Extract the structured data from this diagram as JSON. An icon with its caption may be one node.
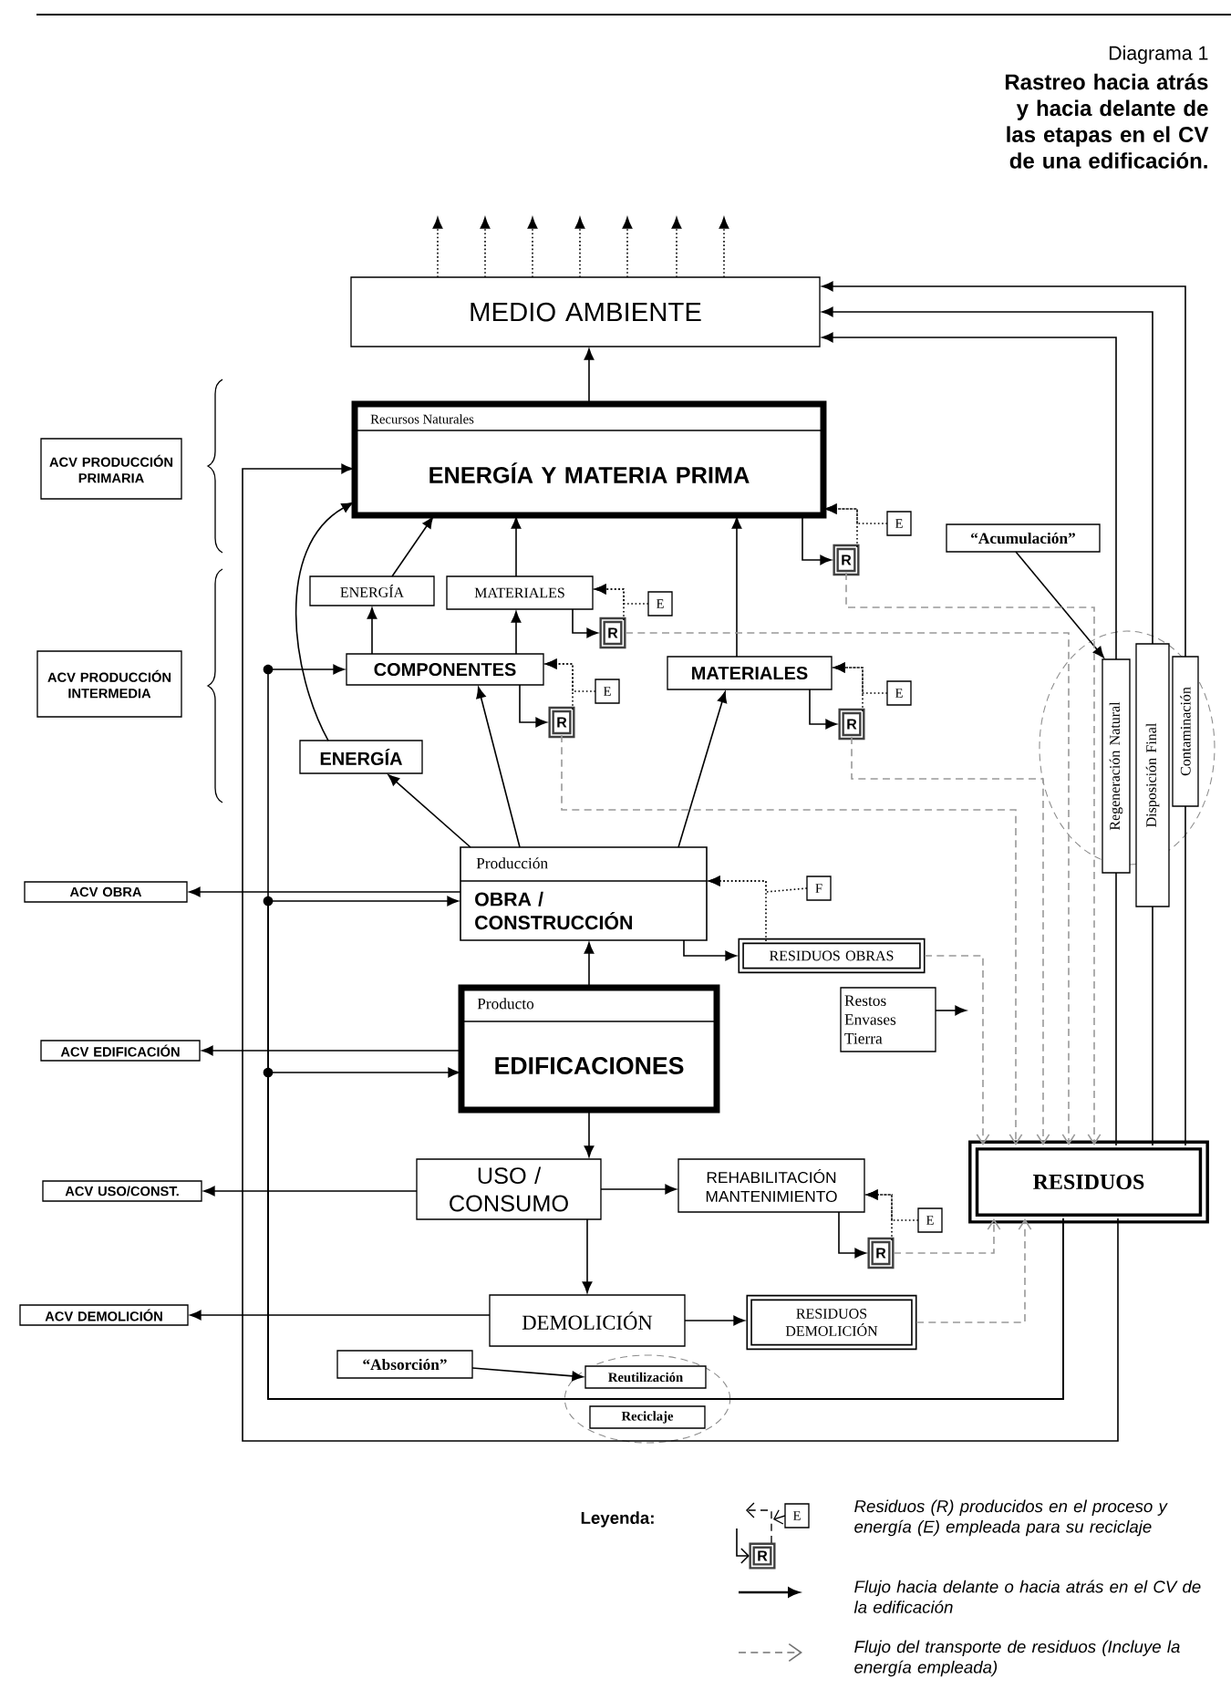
{
  "diagram": {
    "title": "Rastreo hacia atrás y hacia delante de las etapas en el CV de una edificación.",
    "nodes": [
      {
        "text": [
          "MEDIO AMBIENTE"
        ]
      },
      {
        "text": [
          "Recursos Naturales",
          "ENERGÍA Y MATERIA PRIMA"
        ]
      },
      {
        "text": [
          "ACV PRODUCCIÓN PRIMARIA"
        ]
      },
      {
        "text": [
          "ACV PRODUCCIÓN INTERMEDIA"
        ]
      },
      {
        "text": [
          "R"
        ]
      },
      {
        "text": [
          "E"
        ]
      },
      {
        "text": [
          "“Acumulación”"
        ]
      },
      {
        "text": [
          "ENERGÍA"
        ]
      },
      {
        "text": [
          "MATERIALES"
        ]
      },
      {
        "text": [
          "E"
        ]
      },
      {
        "text": [
          "R"
        ]
      },
      {
        "text": [
          "COMPONENTES"
        ]
      },
      {
        "text": [
          "E"
        ]
      },
      {
        "text": [
          "R"
        ]
      },
      {
        "text": [
          "MATERIALES"
        ]
      },
      {
        "text": [
          "E"
        ]
      },
      {
        "text": [
          "R"
        ]
      },
      {
        "text": [
          "ENERGÍA"
        ]
      },
      {
        "text": [
          "Regeneración Natural"
        ]
      },
      {
        "text": [
          "Disposición Final"
        ]
      },
      {
        "text": [
          "Contaminación"
        ]
      },
      {
        "text": [
          "Producción",
          "OBRA / CONSTRUCCIÓN"
        ]
      },
      {
        "text": [
          "ACV OBRA"
        ]
      },
      {
        "text": [
          "F"
        ]
      },
      {
        "text": [
          "RESIDUOS OBRAS"
        ]
      },
      {
        "text": [
          "Restos Envases Tierra"
        ]
      },
      {
        "text": [
          "Producto",
          "EDIFICACIONES"
        ]
      },
      {
        "text": [
          "ACV EDIFICACIÓN"
        ]
      },
      {
        "text": [
          "RESIDUOS"
        ]
      },
      {
        "text": [
          "USO / CONSUMO"
        ]
      },
      {
        "text": [
          "ACV USO/CONST."
        ]
      },
      {
        "text": [
          "REHABILITACIÓN MANTENIMIENTO"
        ]
      },
      {
        "text": [
          "E"
        ]
      },
      {
        "text": [
          "R"
        ]
      },
      {
        "text": [
          "ACV DEMOLICIÓN"
        ]
      },
      {
        "text": [
          "DEMOLICIÓN"
        ]
      },
      {
        "text": [
          "RESIDUOS DEMOLICIÓN"
        ]
      },
      {
        "text": [
          "“Absorción”"
        ]
      },
      {
        "text": [
          "Reutilización"
        ]
      },
      {
        "text": [
          "Reciclaje"
        ]
      }
    ],
    "edges": [
      {
        "from": 0,
        "to": null,
        "arrow": "to",
        "style": "dashed"
      },
      {
        "from": 0,
        "to": null,
        "arrow": "to",
        "style": "dashed"
      },
      {
        "from": 0,
        "to": null,
        "arrow": "to",
        "style": "dashed"
      },
      {
        "from": 0,
        "to": null,
        "arrow": "to",
        "style": "dashed"
      },
      {
        "from": 0,
        "to": null,
        "arrow": "to",
        "style": "dashed"
      },
      {
        "from": 0,
        "to": null,
        "arrow": "to",
        "style": "dashed"
      },
      {
        "from": 0,
        "to": null,
        "arrow": "to",
        "style": "dashed"
      },
      {
        "from": 1,
        "to": 0,
        "arrow": "to"
      },
      {
        "from": 7,
        "to": 1,
        "arrow": "to"
      },
      {
        "from": 8,
        "to": 1,
        "arrow": "to"
      },
      {
        "from": 11,
        "to": 7,
        "arrow": "to"
      },
      {
        "from": 11,
        "to": 8,
        "arrow": "to"
      },
      {
        "from": 14,
        "to": 1,
        "arrow": "to"
      },
      {
        "from": 17,
        "to": 1,
        "arrow": "to"
      },
      {
        "from": 21,
        "to": 17,
        "arrow": "to"
      },
      {
        "from": 21,
        "to": 11,
        "arrow": "to"
      },
      {
        "from": 21,
        "to": 14,
        "arrow": "to"
      },
      {
        "from": 26,
        "to": 21,
        "arrow": "to"
      },
      {
        "from": 26,
        "to": 29,
        "arrow": "to"
      },
      {
        "from": 29,
        "to": 35,
        "arrow": "to"
      },
      {
        "from": 29,
        "to": 31,
        "arrow": "to"
      },
      {
        "from": 35,
        "to": 36,
        "arrow": "to"
      },
      {
        "from": 21,
        "to": 22,
        "arrow": "to"
      },
      {
        "from": 26,
        "to": 27,
        "arrow": "to"
      },
      {
        "from": 29,
        "to": 30,
        "arrow": "to"
      },
      {
        "from": 35,
        "to": 34,
        "arrow": "to"
      },
      {
        "from": 6,
        "to": 18,
        "arrow": "to"
      },
      {
        "from": 37,
        "to": 38,
        "arrow": "to"
      },
      {
        "from": 18,
        "to": 0,
        "arrow": "to"
      },
      {
        "from": 19,
        "to": 0,
        "arrow": "to"
      },
      {
        "from": 20,
        "to": 0,
        "arrow": "to"
      },
      {
        "from": 28,
        "to": 18,
        "arrow": "none"
      },
      {
        "from": 28,
        "to": 19,
        "arrow": "none"
      },
      {
        "from": 28,
        "to": 20,
        "arrow": "none"
      },
      {
        "from": 28,
        "to": 11,
        "arrow": "to"
      },
      {
        "from": 28,
        "to": 21,
        "arrow": "to"
      },
      {
        "from": 28,
        "to": 26,
        "arrow": "to"
      },
      {
        "from": 28,
        "to": 1,
        "arrow": "to"
      },
      {
        "from": 1,
        "to": 4,
        "arrow": "to"
      },
      {
        "from": 5,
        "to": 1,
        "arrow": "to",
        "style": "dashed"
      },
      {
        "from": 8,
        "to": 10,
        "arrow": "to"
      },
      {
        "from": 9,
        "to": 8,
        "arrow": "to",
        "style": "dashed"
      },
      {
        "from": 11,
        "to": 13,
        "arrow": "to"
      },
      {
        "from": 12,
        "to": 11,
        "arrow": "to",
        "style": "dashed"
      },
      {
        "from": 14,
        "to": 16,
        "arrow": "to"
      },
      {
        "from": 15,
        "to": 14,
        "arrow": "to",
        "style": "dashed"
      },
      {
        "from": 31,
        "to": 33,
        "arrow": "to"
      },
      {
        "from": 32,
        "to": 31,
        "arrow": "to",
        "style": "dashed"
      },
      {
        "from": 23,
        "to": 21,
        "arrow": "to",
        "style": "dashed"
      },
      {
        "from": 21,
        "to": 24,
        "arrow": "to"
      },
      {
        "from": 4,
        "to": 28,
        "arrow": "to",
        "style": "dashed",
        "color": "#999999"
      },
      {
        "from": 10,
        "to": 28,
        "arrow": "to",
        "style": "dashed",
        "color": "#999999"
      },
      {
        "from": 13,
        "to": 28,
        "arrow": "to",
        "style": "dashed",
        "color": "#999999"
      },
      {
        "from": 16,
        "to": 28,
        "arrow": "to",
        "style": "dashed",
        "color": "#999999"
      },
      {
        "from": 24,
        "to": 28,
        "arrow": "to",
        "style": "dashed",
        "color": "#999999"
      },
      {
        "from": 33,
        "to": 28,
        "arrow": "to",
        "style": "dashed",
        "color": "#999999"
      },
      {
        "from": 36,
        "to": 28,
        "arrow": "to",
        "style": "dashed",
        "color": "#999999"
      },
      {
        "from": 25,
        "to": null,
        "arrow": "to"
      },
      {
        "from": 4,
        "to": 1,
        "arrow": "to",
        "style": "dashed"
      },
      {
        "from": 10,
        "to": 8,
        "arrow": "to",
        "style": "dashed"
      },
      {
        "from": 13,
        "to": 11,
        "arrow": "to",
        "style": "dashed"
      },
      {
        "from": 16,
        "to": 14,
        "arrow": "to",
        "style": "dashed"
      },
      {
        "from": 33,
        "to": 31,
        "arrow": "to",
        "style": "dashed"
      },
      {
        "from": 24,
        "to": 21,
        "arrow": "to",
        "style": "dashed"
      }
    ],
    "labels": [
      "Diagrama 1",
      "Leyenda:",
      "E",
      "R"
    ],
    "legend": [
      {
        "text": "Residuos (R) producidos en el proceso y energía (E) empleada para su reciclaje"
      },
      {
        "text": "Flujo hacia delante o hacia atrás en el CV de la edificación"
      },
      {
        "text": "Flujo del transporte de residuos (Incluye la energía empleada)"
      }
    ]
  }
}
